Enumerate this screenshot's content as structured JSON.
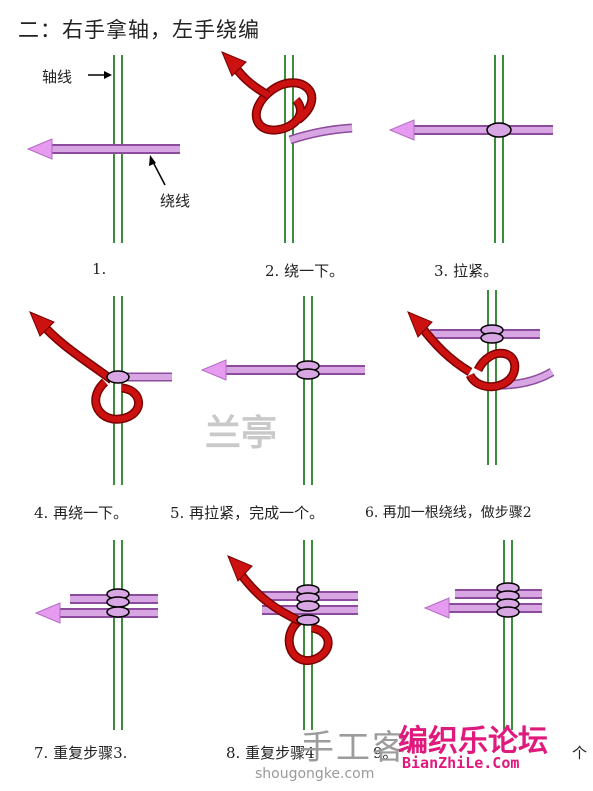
{
  "title": "二：右手拿轴，左手绕编",
  "labels": {
    "axis_line": "轴线",
    "wrap_line": "绕线"
  },
  "captions": [
    "1.",
    "2. 绕一下。",
    "3. 拉紧。",
    "4. 再绕一下。",
    "5. 再拉紧，完成一个。",
    "6. 再加一根绕线，做步骤2",
    "7. 重复步骤3.",
    "8. 重复步骤4.",
    "9。",
    "个"
  ],
  "watermarks": {
    "lanting": "兰亭",
    "shougongke": "手工客",
    "shougongke_url": "shougongke.com",
    "bianzhile_cn": "编织乐论坛",
    "bianzhile_en": "BianZhiLe.Com"
  },
  "colors": {
    "axis_green": "#3c8c3c",
    "wrap_pink": "#c981d6",
    "cord_red": "#cc1111",
    "knot_pink": "#dba5e6"
  }
}
